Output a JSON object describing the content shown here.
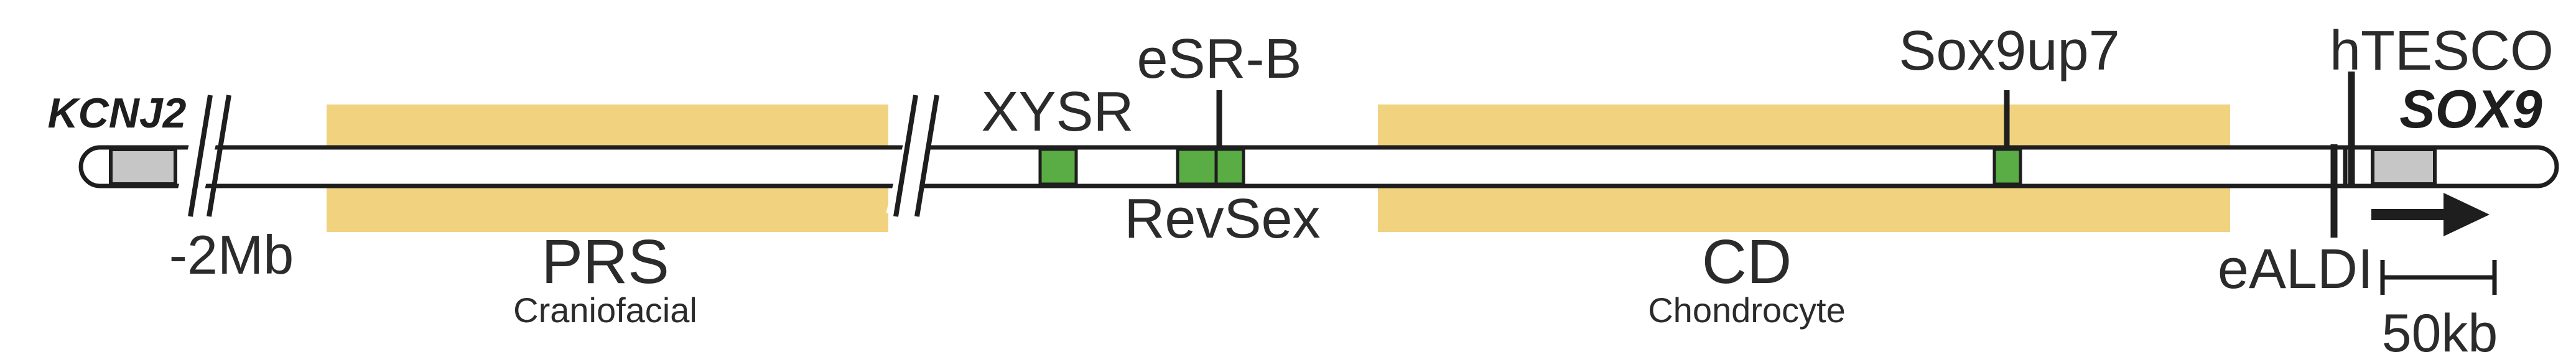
{
  "genes": {
    "left": "KCNJ2",
    "right": "SOX9"
  },
  "regions": {
    "prs": {
      "name": "PRS",
      "sub": "Craniofacial"
    },
    "cd": {
      "name": "CD",
      "sub": "Chondrocyte"
    }
  },
  "enhancers": {
    "xysr": "XYSR",
    "esrb": "eSR-B",
    "revsex": "RevSex",
    "sox9up7": "Sox9up7",
    "htesco": "hTESCO",
    "ealdi": "eALDI"
  },
  "distance_label": "-2Mb",
  "scale_bar_label": "50kb",
  "colors": {
    "region_fill": "#f0d27f",
    "enhancer_fill": "#5aac44",
    "gene_fill": "#c6c6c6",
    "outline": "#1e1e1e",
    "text": "#2b2b2b"
  }
}
